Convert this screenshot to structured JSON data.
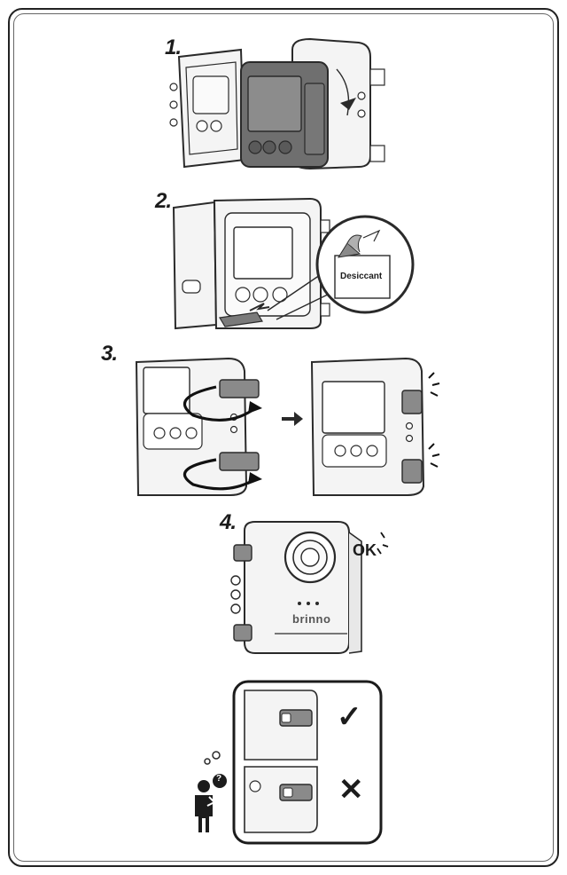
{
  "steps": [
    {
      "number": "1.",
      "description": ""
    },
    {
      "number": "2.",
      "description": ""
    },
    {
      "number": "3.",
      "description": ""
    },
    {
      "number": "4.",
      "description": ""
    }
  ],
  "desiccant_label": "Desiccant",
  "ok_label": "OK",
  "brand_label": "brinno",
  "check_symbol": "✓",
  "cross_symbol": "✕",
  "question_symbol": "?",
  "colors": {
    "line": "#2a2a2a",
    "camera_body": "#6f6f6f",
    "housing_fill": "#f4f4f4",
    "latch": "#8a8a8a"
  }
}
